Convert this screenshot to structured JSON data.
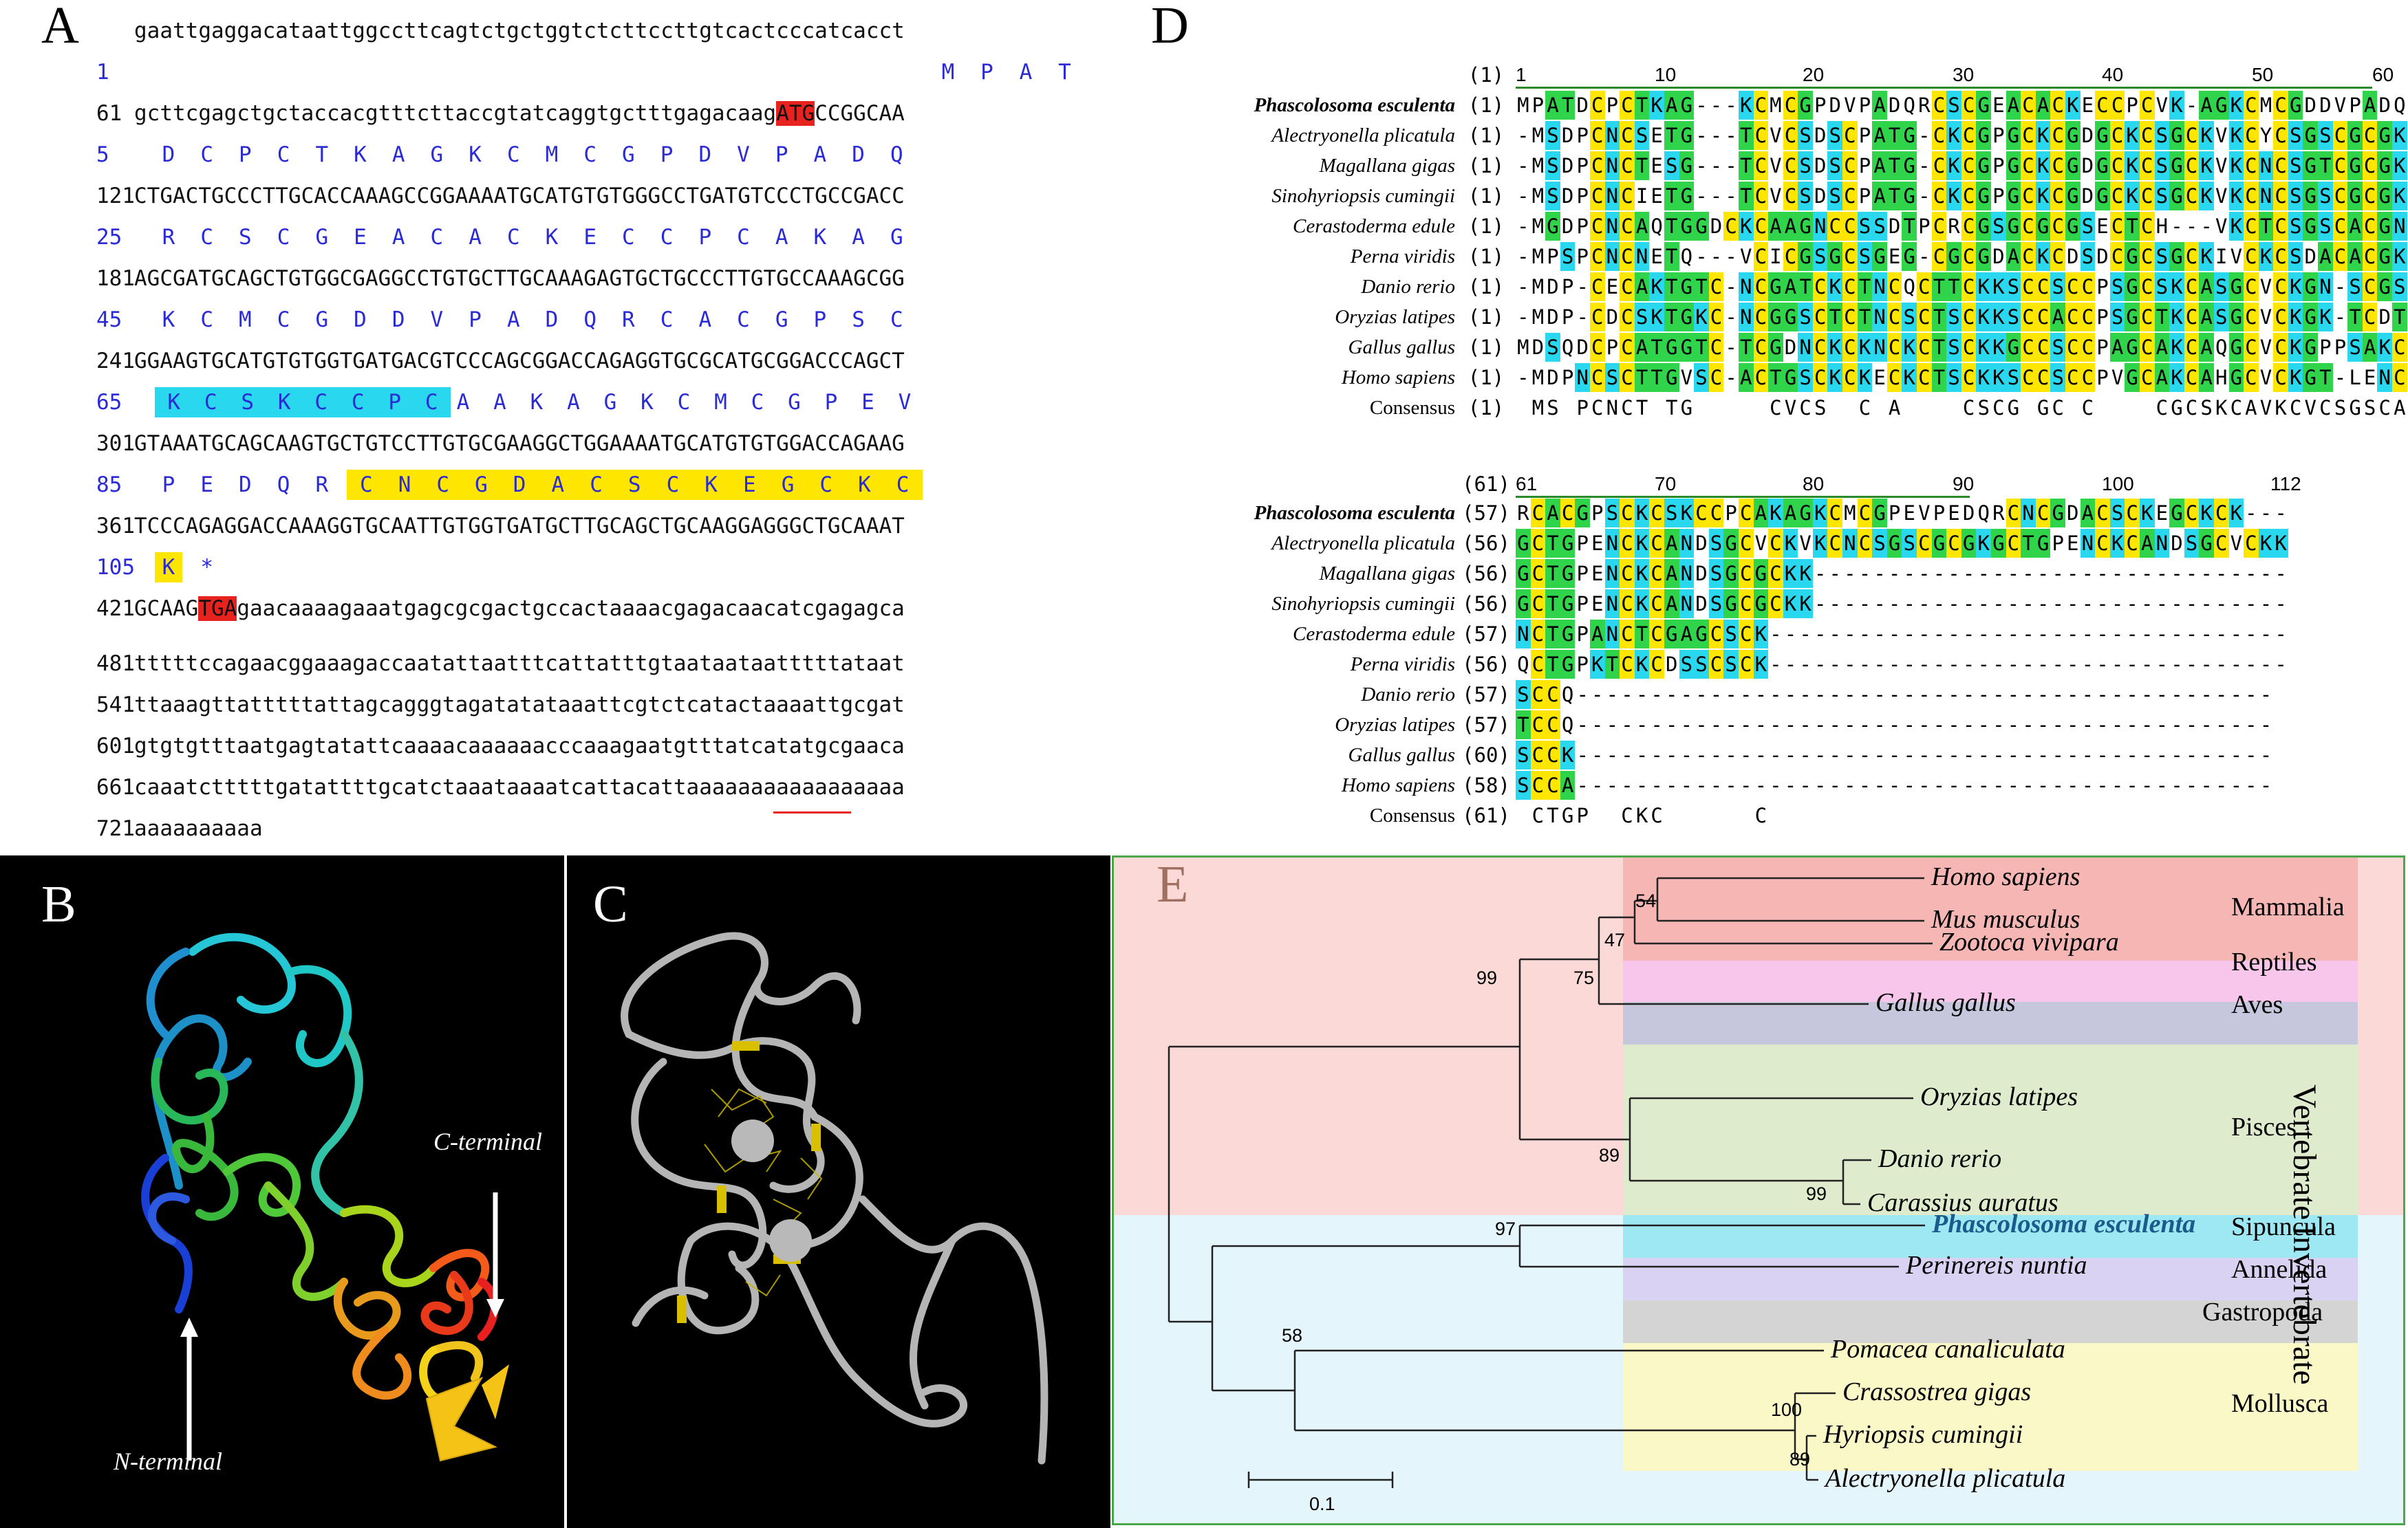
{
  "panelA": {
    "letter": "A",
    "lines": [
      {
        "num": "",
        "text": "gaattgaggacataattggccttcagtctgctggtctcttccttgtcactcccatcacct"
      },
      {
        "num": "61",
        "text": "gcttcgagctgctaccacgtttcttaccgtatcaggtgctttgagacaagATGCCGGCAA"
      },
      {
        "num": "121",
        "text": "CTGACTGCCCTTGCACCAAAGCCGGAAAATGCATGTGTGGGCCTGATGTCCCTGCCGACC"
      },
      {
        "num": "181",
        "text": "AGCGATGCAGCTGTGGCGAGGCCTGTGCTTGCAAAGAGTGCTGCCCTTGTGCCAAAGCGG"
      },
      {
        "num": "241",
        "text": "GGAAGTGCATGTGTGGTGATGACGTCCCAGCGGACCAGAGGTGCGCATGCGGACCCAGCT"
      },
      {
        "num": "301",
        "text": "GTAAATGCAGCAAGTGCTGTCCTTGTGCGAAGGCTGGAAAATGCATGTGTGGACCAGAAG"
      },
      {
        "num": "361",
        "text": "TCCCAGAGGACCAAAGGTGCAATTGTGGTGATGCTTGCAGCTGCAAGGAGGGCTGCAAAT"
      },
      {
        "num": "421",
        "text": "GCAAGTGAgaacaaaagaaatgagcgcgactgccactaaaacgagacaacatcgagagca"
      },
      {
        "num": "481",
        "text": "tttttccagaacggaaagaccaatattaatttcattatttgtaataataatttttataat"
      },
      {
        "num": "541",
        "text": "ttaaagttatttttattagcagggtagatatataaattcgtctcatactaaaattgcgat"
      },
      {
        "num": "601",
        "text": "gtgtgtttaatgagtatattcaaaacaaaaaacccaaagaatgtttatcatatgcgaaca"
      },
      {
        "num": "661",
        "text": "caaatctttttgatattttgcatctaaataaaatcattacattaaaaaaaaaaaaaaaaa"
      },
      {
        "num": "721",
        "text": "aaaaaaaaaa"
      }
    ],
    "aa_rows": [
      {
        "num": "1",
        "residues": [
          "M",
          "P",
          "A",
          "T"
        ]
      },
      {
        "num": "5",
        "residues": [
          "D",
          "C",
          "P",
          "C",
          "T",
          "K",
          "A",
          "G",
          "K",
          "C",
          "M",
          "C",
          "G",
          "P",
          "D",
          "V",
          "P",
          "A",
          "D",
          "Q"
        ]
      },
      {
        "num": "25",
        "residues": [
          "R",
          "C",
          "S",
          "C",
          "G",
          "E",
          "A",
          "C",
          "A",
          "C",
          "K",
          "E",
          "C",
          "C",
          "P",
          "C",
          "A",
          "K",
          "A",
          "G"
        ]
      },
      {
        "num": "45",
        "residues": [
          "K",
          "C",
          "M",
          "C",
          "G",
          "D",
          "D",
          "V",
          "P",
          "A",
          "D",
          "Q",
          "R",
          "C",
          "A",
          "C",
          "G",
          "P",
          "S",
          "C"
        ]
      },
      {
        "num": "65",
        "residues": [
          "K",
          "C",
          "S",
          "K",
          "C",
          "C",
          "P",
          "C",
          "A",
          "A",
          "K",
          "A",
          "G",
          "K",
          "C",
          "M",
          "C",
          "G",
          "P",
          "E",
          "V"
        ]
      },
      {
        "num": "85",
        "residues": [
          "P",
          "E",
          "D",
          "Q",
          "R",
          "C",
          "N",
          "C",
          "G",
          "D",
          "A",
          "C",
          "S",
          "C",
          "K",
          "E",
          "G",
          "C",
          "K",
          "C"
        ]
      },
      {
        "num": "105",
        "residues": [
          "K",
          "*"
        ]
      }
    ],
    "start_codon": "ATG",
    "stop_codon": "TGA",
    "polyA_signal": "aataaa"
  },
  "panelD": {
    "letter": "D",
    "ruler1": {
      "idx": "(1)",
      "ticks": [
        "1",
        "10",
        "20",
        "30",
        "40",
        "50",
        "60"
      ]
    },
    "ruler2": {
      "idx": "(61)",
      "ticks": [
        "61",
        "70",
        "80",
        "90",
        "100",
        "112"
      ]
    },
    "block1": [
      {
        "species": "Phascolosoma esculenta",
        "bold": true,
        "idx": "(1)",
        "seq": "MPATDCPCTKAG---KCMCGPDVPADQRCSCGEACACKECCPCVK-AGKCMCGDDVPADQ"
      },
      {
        "species": "Alectryonella plicatula",
        "idx": "(1)",
        "seq": "-MSDPCNCSETG---TCVCSDSCPATG-CKCGPGCKCGDGCKCSGCKVKCYCSGSCGCGK"
      },
      {
        "species": "Magallana gigas",
        "idx": "(1)",
        "seq": "-MSDPCNCTESG---TCVCSDSCPATG-CKCGPGCKCGDGCKCSGCKVKCNCSGTCGCGK"
      },
      {
        "species": "Sinohyriopsis cumingii",
        "idx": "(1)",
        "seq": "-MSDPCNCIETG---TCVCSDSCPATG-CKCGPGCKCGDGCKCSGCKVKCNCSGSCGCGK"
      },
      {
        "species": "Cerastoderma edule",
        "idx": "(1)",
        "seq": "-MGDPCNCAQTGGDCKCAAGNCCSSDTPCRCGSGCGCGSECTCH---VKCTCSGSCACGN"
      },
      {
        "species": "Perna viridis",
        "idx": "(1)",
        "seq": "-MPSPCNCNETQ---VCICGSGCSGEG-CGCGDACKCDSDCGCSGCKIVCKCSDACACGK"
      },
      {
        "species": "Danio rerio",
        "idx": "(1)",
        "seq": "-MDP-CECAKTGTC-NCGATCKCTNCQCTTCKKSCCSCCPSGCSKCASGCVCKGN-SCGS"
      },
      {
        "species": "Oryzias latipes",
        "idx": "(1)",
        "seq": "-MDP-CDCSKTGKC-NCGGSCTCTNCSCTSCKKSCCACCPSGCTKCASGCVCKGK-TCDT"
      },
      {
        "species": "Gallus gallus",
        "idx": "(1)",
        "seq": "MDSQDCPCATGGTC-TCGDNCKCKNCKCTSCKKGCCSCCPAGCAKCAQGCVCKGPPSAKC"
      },
      {
        "species": "Homo sapiens",
        "idx": "(1)",
        "seq": "-MDPNCSCTTGVSC-ACTGSCKCKECKCTSCKKSCCSCCPVGCAKCAHGCVCKGT-LENC"
      },
      {
        "species": "Consensus",
        "idx": "(1)",
        "seq": " MS PCNCT TG     CVCS  C A    CSCG GC C    CGCSKCAVKCVCSGSCACG"
      }
    ],
    "block2": [
      {
        "species": "Phascolosoma esculenta",
        "bold": true,
        "idx": "(57)",
        "seq": "RCACGPSCKCSKCCPCAKAGKCMCGPEVPEDQRCNCGDACSCKEGCKCK---"
      },
      {
        "species": "Alectryonella plicatula",
        "idx": "(56)",
        "seq": "GCTGPENCKCANDSGCVCKVKCNCSGSCGCGKGCTGPENCKCANDSGCVCKK"
      },
      {
        "species": "Magallana gigas",
        "idx": "(56)",
        "seq": "GCTGPENCKCANDSGCGCKK--------------------------------"
      },
      {
        "species": "Sinohyriopsis cumingii",
        "idx": "(56)",
        "seq": "GCTGPENCKCANDSGCGCKK--------------------------------"
      },
      {
        "species": "Cerastoderma edule",
        "idx": "(57)",
        "seq": "NCTGPANCTCGAGCSCK-----------------------------------"
      },
      {
        "species": "Perna viridis",
        "idx": "(56)",
        "seq": "QCTGPKTCKCDSSCSCK-----------------------------------"
      },
      {
        "species": "Danio rerio",
        "idx": "(57)",
        "seq": "SCCQ-----------------------------------------------"
      },
      {
        "species": "Oryzias latipes",
        "idx": "(57)",
        "seq": "TCCQ-----------------------------------------------"
      },
      {
        "species": "Gallus gallus",
        "idx": "(60)",
        "seq": "SCCK-----------------------------------------------"
      },
      {
        "species": "Homo sapiens",
        "idx": "(58)",
        "seq": "SCCA-----------------------------------------------"
      },
      {
        "species": "Consensus",
        "idx": "(61)",
        "seq": " CTGP  CKC      C"
      }
    ]
  },
  "panelB": {
    "letter": "B",
    "n_label": "N-terminal",
    "c_label": "C-terminal"
  },
  "panelC": {
    "letter": "C"
  },
  "panelE": {
    "letter": "E",
    "scale_label": "0.1",
    "taxa": [
      {
        "name": "Homo sapiens",
        "bold": false
      },
      {
        "name": "Mus musculus",
        "bold": false
      },
      {
        "name": "Zootoca vivipara",
        "bold": false
      },
      {
        "name": "Gallus gallus",
        "bold": false
      },
      {
        "name": "Oryzias latipes",
        "bold": false
      },
      {
        "name": "Danio rerio",
        "bold": false
      },
      {
        "name": "Carassius auratus",
        "bold": false
      },
      {
        "name": "Phascolosoma esculenta",
        "bold": true
      },
      {
        "name": "Perinereis nuntia",
        "bold": false
      },
      {
        "name": "Pomacea canaliculata",
        "bold": false
      },
      {
        "name": "Crassostrea gigas",
        "bold": false
      },
      {
        "name": "Hyriopsis cumingii",
        "bold": false
      },
      {
        "name": "Alectryonella plicatula",
        "bold": false
      }
    ],
    "classes": [
      "Mammalia",
      "Reptiles",
      "Aves",
      "Pisces",
      "Sipuncula",
      "Annelida",
      "Gastropoda",
      "Mollusca"
    ],
    "groups": [
      "Vertebrate",
      "Invertebrate"
    ],
    "bootstraps": [
      "54",
      "47",
      "75",
      "99",
      "89",
      "99",
      "97",
      "58",
      "100",
      "89"
    ],
    "colors": {
      "vertebrate_bg": "#fbd9d6",
      "invertebrate_bg": "#e4f5fb",
      "mammalia": "#f6b6b4",
      "reptiles": "#f7c6ea",
      "aves": "#c6c6dc",
      "pisces": "#deebcc",
      "sipuncula": "#9ee8f3",
      "annelida": "#d9d2f3",
      "gastropoda": "#d4d4d4",
      "mollusca": "#fbf8c8"
    }
  }
}
